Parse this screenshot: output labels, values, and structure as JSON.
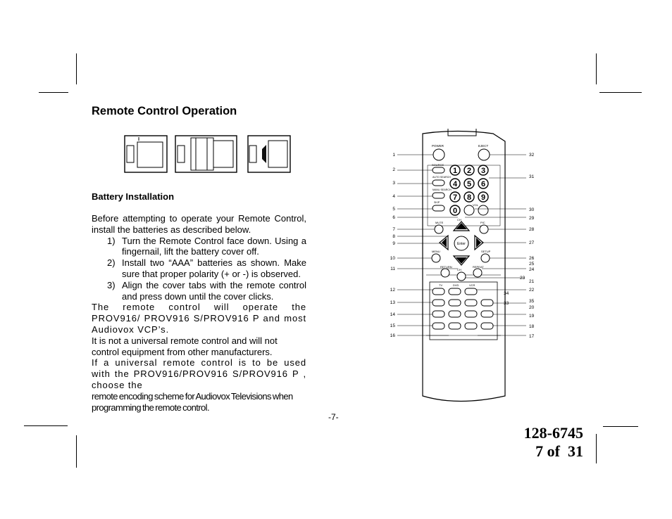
{
  "heading": "Remote Control Operation",
  "section_title": "Battery Installation",
  "intro": "Before attempting to operate your Remote Control, install the batteries as described below.",
  "steps": [
    {
      "num": "1)",
      "text": "Turn the Remote Control face down.  Using a fingernail, lift the battery cover off."
    },
    {
      "num": "2)",
      "text": "Install two “AAA” batteries as shown.  Make sure that proper polarity (+ or -) is observed."
    },
    {
      "num": "3)",
      "text": "Align the cover tabs with the remote control and press down until the cover clicks."
    }
  ],
  "compat_text": "The remote control will operate the PROV916/ PROV916 S/PROV916 P and most Audiovox VCP’s.",
  "universal_note": "It is not a universal remote control and will not control equipment from other manufacturers.",
  "universal_programming_1": "If a universal remote control is to be used with the PROV916/PROV916 S/PROV916 P , choose the",
  "universal_programming_2": "remote encoding scheme for Audiovox Televisions when programming the remote control.",
  "page_number": "-7-",
  "doc_number": "128-6745",
  "page_of": "7 of  31",
  "remote": {
    "buttons": {
      "power": "POWER",
      "eject": "EJECT",
      "source": "SOURCE",
      "auto_search": "AUTO SEARCH",
      "manu_search": "MANU SEARCH",
      "skip": "SKIP",
      "vol": "VOL",
      "mute": "MUTE",
      "pic": "PIC",
      "ch_up": "CH",
      "enter": "Enter",
      "menu": "MENU",
      "setup": "SETUP",
      "return": "RETURN",
      "repeat": "REPEAT",
      "ch_down": "CH",
      "tv": "TV",
      "dvd": "DVD",
      "vcr": "VCR",
      "d1": "1",
      "d2": "2",
      "d3": "3",
      "d4": "4",
      "d5": "5",
      "d6": "6",
      "d7": "7",
      "d8": "8",
      "d9": "9",
      "d0": "0"
    },
    "left_callouts": [
      "1",
      "2",
      "3",
      "4",
      "5",
      "6",
      "7",
      "8",
      "9",
      "10",
      "11",
      "12",
      "13",
      "14",
      "15",
      "16"
    ],
    "right_callouts": [
      "32",
      "31",
      "30",
      "29",
      "28",
      "27",
      "26",
      "25",
      "24",
      "23",
      "21",
      "22",
      "34",
      "35",
      "33",
      "20",
      "19",
      "18",
      "17"
    ]
  }
}
